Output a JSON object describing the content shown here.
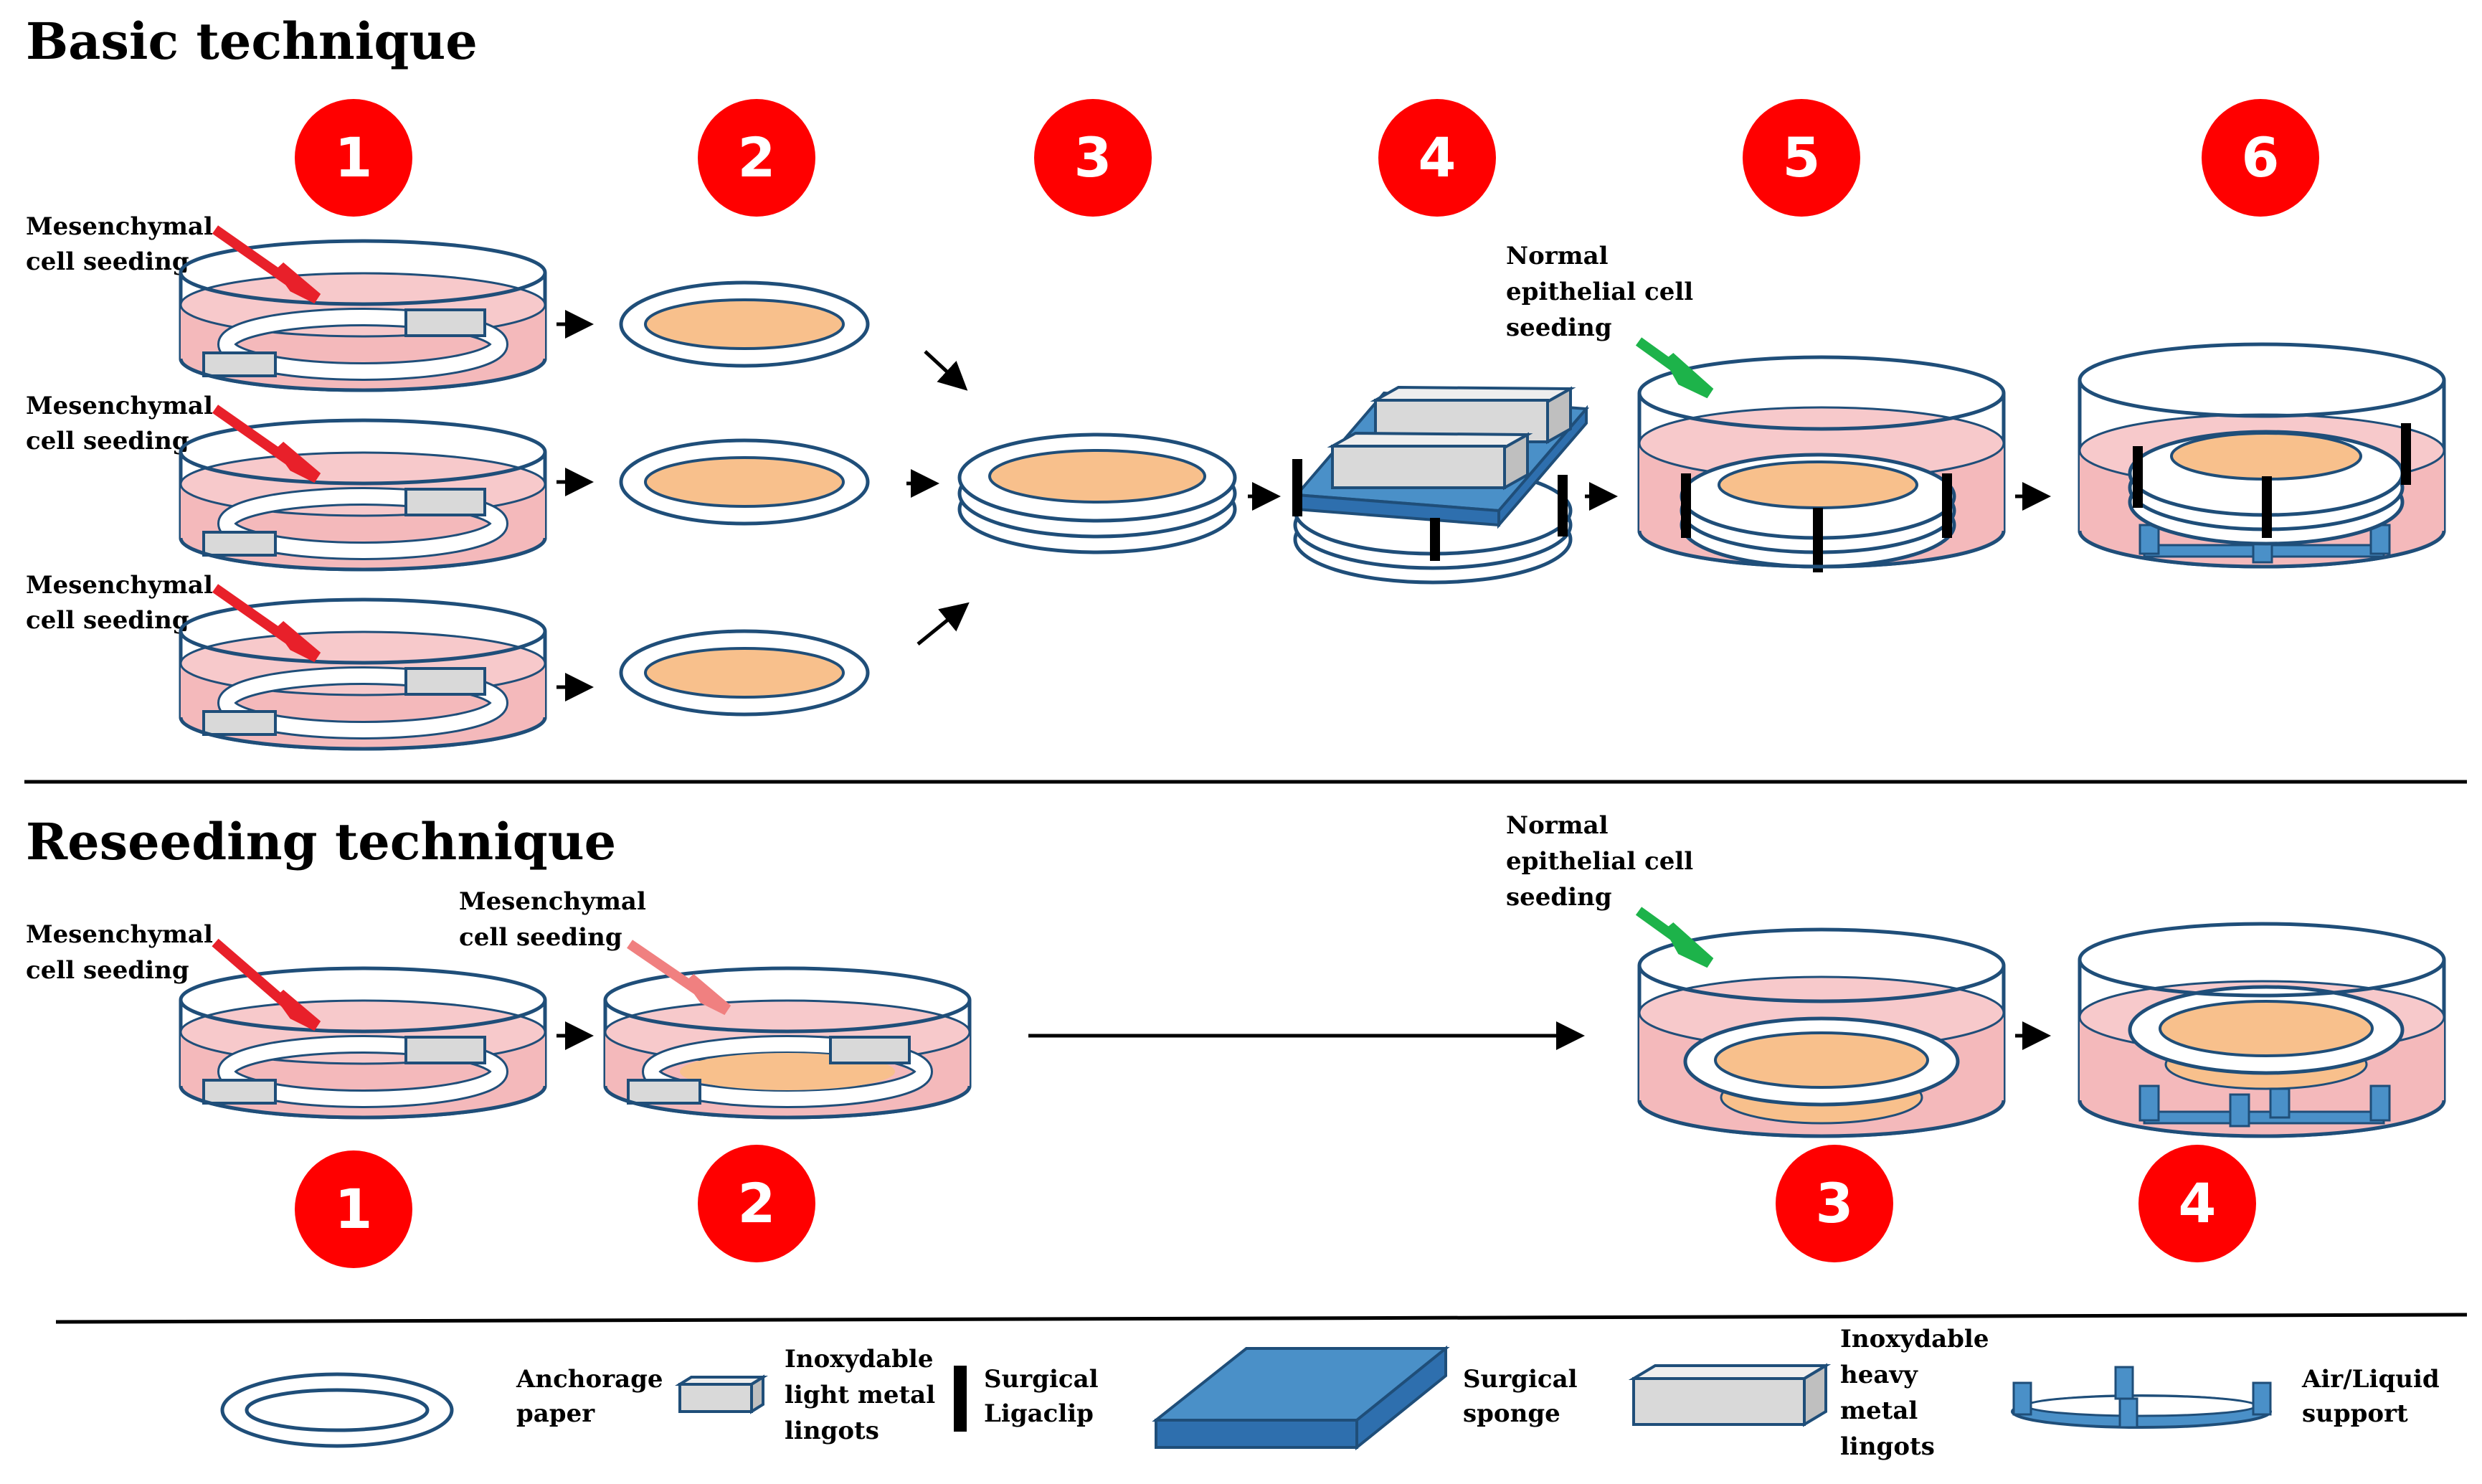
{
  "basic": {
    "title": "Basic technique",
    "steps": [
      "1",
      "2",
      "3",
      "4",
      "5",
      "6"
    ],
    "seeding_label": [
      "Mesenchymal",
      "cell seeding"
    ],
    "epithelial_label": [
      "Normal",
      "epithelial cell",
      "seeding"
    ]
  },
  "reseeding": {
    "title": "Reseeding technique",
    "steps": [
      "1",
      "2",
      "3",
      "4"
    ],
    "seeding_label": [
      "Mesenchymal",
      "cell seeding"
    ],
    "seeding_label_2": [
      "Mesenchymal",
      "cell seeding"
    ],
    "epithelial_label": [
      "Normal",
      "epithelial cell",
      "seeding"
    ]
  },
  "legend": {
    "anchorage_paper": [
      "Anchorage",
      "paper"
    ],
    "light_lingots": [
      "Inoxydable",
      "light metal",
      "lingots"
    ],
    "ligaclip": [
      "Surgical",
      "Ligaclip"
    ],
    "sponge": [
      "Surgical",
      "sponge"
    ],
    "heavy_lingots": [
      "Inoxydable",
      "heavy",
      "metal",
      "lingots"
    ],
    "support": [
      "Air/Liquid",
      "support"
    ]
  },
  "colors": {
    "step_badge": "#ff0000",
    "dish_outline": "#1f4e79",
    "medium": "#f4b9bb",
    "tissue": "#f8c08c",
    "sponge": "#4a90c8",
    "ingot": "#d9d9d9",
    "seeding_arrow": "#e8202a",
    "seeding_arrow_light": "#f08080",
    "epithelial_arrow": "#1db34a"
  }
}
